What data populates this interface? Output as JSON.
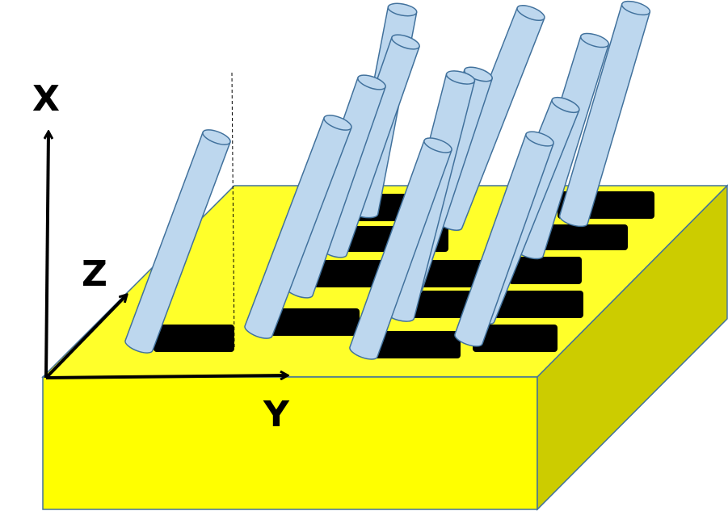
{
  "axes": {
    "x_label": "X",
    "y_label": "Y",
    "z_label": "Z"
  },
  "colors": {
    "substrate_top": "#FFFF2A",
    "substrate_front": "#FFFF00",
    "substrate_side": "#CCCC00",
    "substrate_edge": "#41719C",
    "pad": "#000000",
    "rod_fill": "#BDD7EE",
    "rod_edge": "#41719C",
    "axis": "#000000"
  },
  "structure": {
    "pad_count": 14,
    "rod_count": 13
  }
}
